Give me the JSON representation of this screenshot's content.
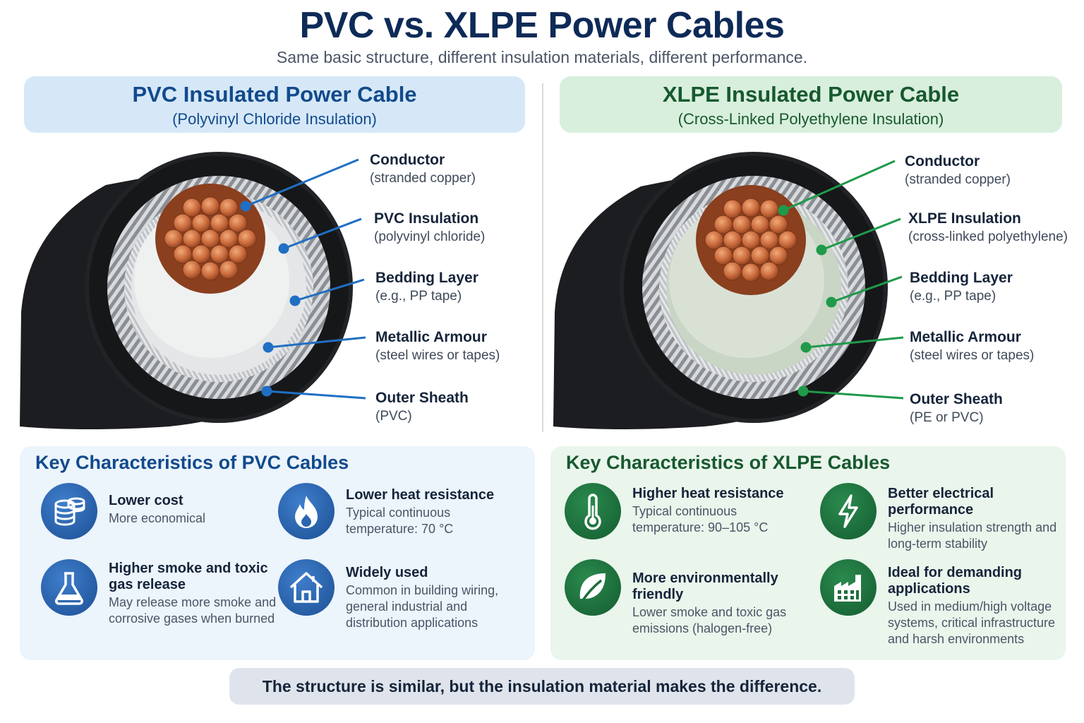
{
  "header": {
    "title": "PVC vs. XLPE Power Cables",
    "subtitle": "Same basic structure, different insulation materials, different performance."
  },
  "colors": {
    "pvc_accent": "#1f6fc4",
    "xlpe_accent": "#1f9a4a",
    "title": "#0e2a57"
  },
  "pvc": {
    "heading": "PVC Insulated Power Cable",
    "subheading": "(Polyvinyl Chloride Insulation)",
    "layers": [
      {
        "title": "Conductor",
        "desc": "(stranded copper)"
      },
      {
        "title": "PVC Insulation",
        "desc": "(polyvinyl chloride)"
      },
      {
        "title": "Bedding Layer",
        "desc": "(e.g., PP tape)"
      },
      {
        "title": "Metallic Armour",
        "desc": "(steel wires or tapes)"
      },
      {
        "title": "Outer Sheath",
        "desc": "(PVC)"
      }
    ],
    "chars_title": "Key Characteristics of PVC Cables",
    "chars": [
      {
        "icon": "coins-icon",
        "title": "Lower cost",
        "desc": "More economical"
      },
      {
        "icon": "flame-icon",
        "title": "Lower heat resistance",
        "desc": "Typical continuous temperature: 70 °C"
      },
      {
        "icon": "flask-icon",
        "title": "Higher smoke and toxic gas release",
        "desc": "May release more smoke and corrosive gases when burned"
      },
      {
        "icon": "house-icon",
        "title": "Widely used",
        "desc": "Common in building wiring, general industrial and distribution applications"
      }
    ]
  },
  "xlpe": {
    "heading": "XLPE Insulated Power Cable",
    "subheading": "(Cross-Linked Polyethylene Insulation)",
    "layers": [
      {
        "title": "Conductor",
        "desc": "(stranded copper)"
      },
      {
        "title": "XLPE Insulation",
        "desc": "(cross-linked polyethylene)"
      },
      {
        "title": "Bedding Layer",
        "desc": "(e.g., PP tape)"
      },
      {
        "title": "Metallic Armour",
        "desc": "(steel wires or tapes)"
      },
      {
        "title": "Outer Sheath",
        "desc": "(PE or PVC)"
      }
    ],
    "chars_title": "Key Characteristics of XLPE Cables",
    "chars": [
      {
        "icon": "thermometer-icon",
        "title": "Higher heat resistance",
        "desc": "Typical continuous temperature: 90–105 °C"
      },
      {
        "icon": "lightning-icon",
        "title": "Better electrical performance",
        "desc": "Higher insulation strength and long-term stability"
      },
      {
        "icon": "leaf-icon",
        "title": "More environmentally friendly",
        "desc": "Lower smoke and toxic gas emissions (halogen-free)"
      },
      {
        "icon": "factory-icon",
        "title": "Ideal for demanding applications",
        "desc": "Used in medium/high voltage systems, critical infrastructure and harsh environments"
      }
    ]
  },
  "footer": {
    "text": "The structure is similar, but the insulation material makes the difference."
  }
}
